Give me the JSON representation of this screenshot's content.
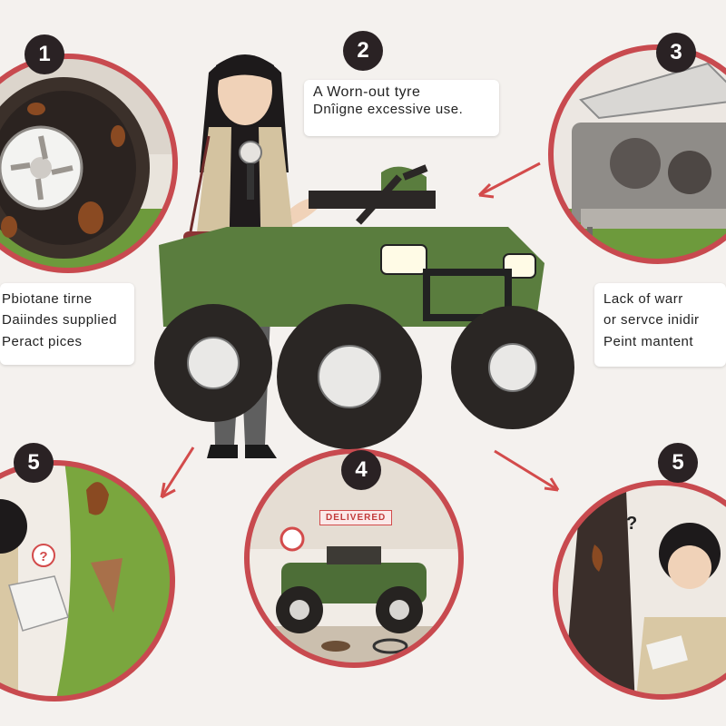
{
  "steps": {
    "s1": {
      "number": "1"
    },
    "s2": {
      "number": "2"
    },
    "s3": {
      "number": "3"
    },
    "s4": {
      "number": "4"
    },
    "s5a": {
      "number": "5"
    },
    "s5b": {
      "number": "5"
    }
  },
  "captions": {
    "top": {
      "line1": "A Worn-out  tyre",
      "line2": "Dnîigne excessive use."
    },
    "left": {
      "line1": "Pbiotane tirne",
      "line2": "Daiindes supplied",
      "line3": "Peract pices"
    },
    "right": {
      "line1": "Lack of warr",
      "line2": "or servce inidir",
      "line3": "Peint mantent"
    }
  },
  "panel4": {
    "sign": "DELIVERED"
  },
  "colors": {
    "ring": "#c84a4f",
    "atv_body": "#5a7d3e",
    "badge": "#2a2224"
  }
}
